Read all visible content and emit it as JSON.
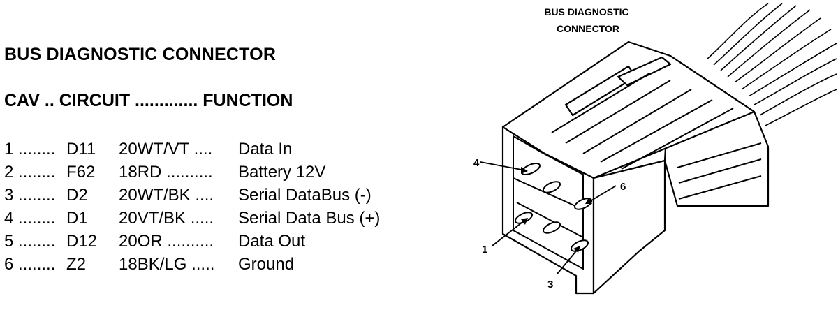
{
  "title": "BUS DIAGNOSTIC CONNECTOR",
  "header": "CAV .. CIRCUIT ............. FUNCTION",
  "pins": [
    {
      "cav": "1 ........",
      "circuit": "D11",
      "wire": "20WT/VT ....",
      "function": "Data In"
    },
    {
      "cav": "2 ........",
      "circuit": "F62",
      "wire": "18RD ..........",
      "function": "Battery 12V"
    },
    {
      "cav": "3 ........",
      "circuit": "D2",
      "wire": "20WT/BK ....",
      "function": "Serial DataBus (-)"
    },
    {
      "cav": "4 ........",
      "circuit": "D1",
      "wire": "20VT/BK .....",
      "function": "Serial Data Bus (+)"
    },
    {
      "cav": "5 ........",
      "circuit": "D12",
      "wire": "20OR ..........",
      "function": "Data Out"
    },
    {
      "cav": "6 ........",
      "circuit": "Z2",
      "wire": "18BK/LG .....",
      "function": "Ground"
    }
  ],
  "diagram": {
    "title_line1": "BUS DIAGNOSTIC",
    "title_line2": "CONNECTOR",
    "callouts": {
      "pin4": "4",
      "pin6": "6",
      "pin1": "1",
      "pin3": "3"
    }
  }
}
